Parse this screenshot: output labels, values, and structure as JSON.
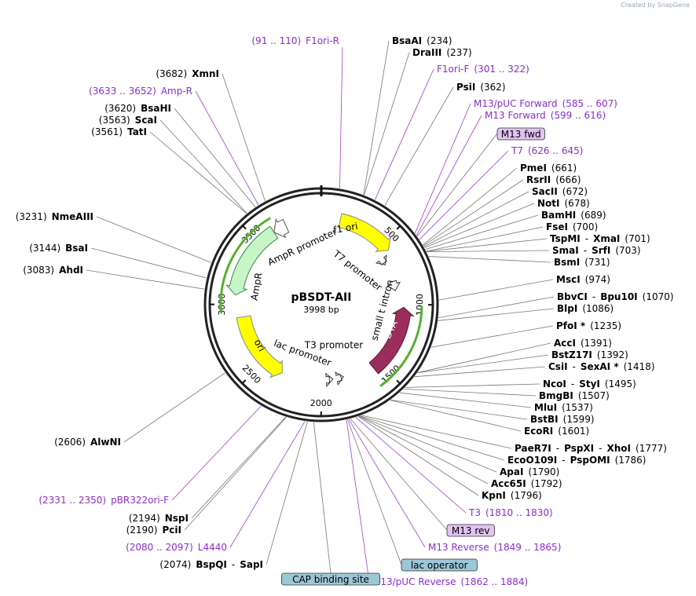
{
  "plasmid": {
    "name": "pBSDT-AII",
    "size": "3998 bp",
    "length": 3998
  },
  "watermark": "Created by SnapGene",
  "ticks": [
    "500",
    "1000",
    "1500",
    "2000",
    "2500",
    "3000",
    "3500"
  ],
  "features": [
    {
      "name": "f1 ori",
      "color": "#ffff00",
      "start": 140,
      "end": 566
    },
    {
      "name": "T7 promoter",
      "color": "#ffffff",
      "start": 626,
      "end": 645
    },
    {
      "name": "small t intron",
      "color": "#ffffff",
      "start": 800,
      "end": 880
    },
    {
      "name": "DTA",
      "color": "#9b2d5c",
      "start": 1020,
      "end": 1560
    },
    {
      "name": "T3 promoter",
      "color": "#ffffff",
      "start": 1810,
      "end": 1830
    },
    {
      "name": "lac promoter",
      "color": "#ffffff",
      "start": 1900,
      "end": 1930
    },
    {
      "name": "ori",
      "color": "#ffff00",
      "start": 2330,
      "end": 2900
    },
    {
      "name": "AmpR",
      "color": "#c8f5c8",
      "start": 3070,
      "end": 3630
    },
    {
      "name": "AmpR promoter",
      "color": "#ffffff",
      "start": 3630,
      "end": 3730
    }
  ],
  "labels_right": [
    {
      "parts": [
        {
          "t": "BsaAI",
          "b": 1
        },
        {
          "t": "(234)"
        }
      ]
    },
    {
      "parts": [
        {
          "t": "DraIII",
          "b": 1
        },
        {
          "t": "(237)"
        }
      ]
    },
    {
      "primer": 1,
      "parts": [
        {
          "t": "F1ori-F"
        },
        {
          "t": "(301 .. 322)"
        }
      ]
    },
    {
      "parts": [
        {
          "t": "PsiI",
          "b": 1
        },
        {
          "t": "(362)"
        }
      ]
    },
    {
      "primer": 1,
      "parts": [
        {
          "t": "M13/pUC Forward"
        },
        {
          "t": "(585 .. 607)"
        }
      ]
    },
    {
      "primer": 1,
      "parts": [
        {
          "t": "M13 Forward"
        },
        {
          "t": "(599 .. 616)"
        }
      ]
    },
    {
      "box": "M13 fwd"
    },
    {
      "primer": 1,
      "parts": [
        {
          "t": "T7"
        },
        {
          "t": "(626 .. 645)"
        }
      ]
    },
    {
      "parts": [
        {
          "t": "PmeI",
          "b": 1
        },
        {
          "t": "(661)"
        }
      ]
    },
    {
      "parts": [
        {
          "t": "RsrII",
          "b": 1
        },
        {
          "t": "(666)"
        }
      ]
    },
    {
      "parts": [
        {
          "t": "SacII",
          "b": 1
        },
        {
          "t": "(672)"
        }
      ]
    },
    {
      "parts": [
        {
          "t": "NotI",
          "b": 1
        },
        {
          "t": "(678)"
        }
      ]
    },
    {
      "parts": [
        {
          "t": "BamHI",
          "b": 1
        },
        {
          "t": "(689)"
        }
      ]
    },
    {
      "parts": [
        {
          "t": "FseI",
          "b": 1
        },
        {
          "t": "(700)"
        }
      ]
    },
    {
      "parts": [
        {
          "t": "TspMI",
          "b": 1
        },
        {
          "t": "-"
        },
        {
          "t": "XmaI",
          "b": 1
        },
        {
          "t": "(701)"
        }
      ]
    },
    {
      "parts": [
        {
          "t": "SmaI",
          "b": 1
        },
        {
          "t": "-"
        },
        {
          "t": "SrfI",
          "b": 1
        },
        {
          "t": "(703)"
        }
      ]
    },
    {
      "parts": [
        {
          "t": "BsmI",
          "b": 1
        },
        {
          "t": "(731)"
        }
      ]
    },
    {
      "parts": [
        {
          "t": "MscI",
          "b": 1
        },
        {
          "t": "(974)"
        }
      ]
    },
    {
      "parts": [
        {
          "t": "BbvCI",
          "b": 1
        },
        {
          "t": "-"
        },
        {
          "t": "Bpu10I",
          "b": 1
        },
        {
          "t": "(1070)"
        }
      ]
    },
    {
      "parts": [
        {
          "t": "BlpI",
          "b": 1
        },
        {
          "t": "(1086)"
        }
      ]
    },
    {
      "parts": [
        {
          "t": "PfoI *",
          "b": 1
        },
        {
          "t": "(1235)"
        }
      ]
    },
    {
      "parts": [
        {
          "t": "AccI",
          "b": 1
        },
        {
          "t": "(1391)"
        }
      ]
    },
    {
      "parts": [
        {
          "t": "BstZ17I",
          "b": 1
        },
        {
          "t": "(1392)"
        }
      ]
    },
    {
      "parts": [
        {
          "t": "CsiI",
          "b": 1
        },
        {
          "t": "-"
        },
        {
          "t": "SexAI *",
          "b": 1
        },
        {
          "t": "(1418)"
        }
      ]
    },
    {
      "parts": [
        {
          "t": "NcoI",
          "b": 1
        },
        {
          "t": "-"
        },
        {
          "t": "StyI",
          "b": 1
        },
        {
          "t": "(1495)"
        }
      ]
    },
    {
      "parts": [
        {
          "t": "BmgBI",
          "b": 1
        },
        {
          "t": "(1507)"
        }
      ]
    },
    {
      "parts": [
        {
          "t": "MluI",
          "b": 1
        },
        {
          "t": "(1537)"
        }
      ]
    },
    {
      "parts": [
        {
          "t": "BstBI",
          "b": 1
        },
        {
          "t": "(1599)"
        }
      ]
    },
    {
      "parts": [
        {
          "t": "EcoRI",
          "b": 1
        },
        {
          "t": "(1601)"
        }
      ]
    },
    {
      "parts": [
        {
          "t": "PaeR7I",
          "b": 1
        },
        {
          "t": "-"
        },
        {
          "t": "PspXI",
          "b": 1
        },
        {
          "t": "-"
        },
        {
          "t": "XhoI",
          "b": 1
        },
        {
          "t": "(1777)"
        }
      ]
    },
    {
      "parts": [
        {
          "t": "EcoO109I",
          "b": 1
        },
        {
          "t": "-"
        },
        {
          "t": "PspOMI",
          "b": 1
        },
        {
          "t": "(1786)"
        }
      ]
    },
    {
      "parts": [
        {
          "t": "ApaI",
          "b": 1
        },
        {
          "t": "(1790)"
        }
      ]
    },
    {
      "parts": [
        {
          "t": "Acc65I",
          "b": 1
        },
        {
          "t": "(1792)"
        }
      ]
    },
    {
      "parts": [
        {
          "t": "KpnI",
          "b": 1
        },
        {
          "t": "(1796)"
        }
      ]
    },
    {
      "primer": 1,
      "parts": [
        {
          "t": "T3"
        },
        {
          "t": "(1810 .. 1830)"
        }
      ]
    },
    {
      "box": "M13 rev"
    },
    {
      "primer": 1,
      "parts": [
        {
          "t": "M13 Reverse"
        },
        {
          "t": "(1849 .. 1865)"
        }
      ]
    },
    {
      "box": "lac operator"
    },
    {
      "primer": 1,
      "parts": [
        {
          "t": "M13/pUC Reverse"
        },
        {
          "t": "(1862 .. 1884)"
        }
      ]
    }
  ],
  "labels_left": [
    {
      "primer": 1,
      "parts": [
        {
          "t": "(91 .. 110)"
        },
        {
          "t": "F1ori-R"
        }
      ]
    },
    {
      "parts": [
        {
          "t": "(3682)"
        },
        {
          "t": "XmnI",
          "b": 1
        }
      ]
    },
    {
      "primer": 1,
      "parts": [
        {
          "t": "(3633 .. 3652)"
        },
        {
          "t": "Amp-R"
        }
      ]
    },
    {
      "parts": [
        {
          "t": "(3620)"
        },
        {
          "t": "BsaHI",
          "b": 1
        }
      ]
    },
    {
      "parts": [
        {
          "t": "(3563)"
        },
        {
          "t": "ScaI",
          "b": 1
        }
      ]
    },
    {
      "parts": [
        {
          "t": "(3561)"
        },
        {
          "t": "TatI",
          "b": 1
        }
      ]
    },
    {
      "parts": [
        {
          "t": "(3231)"
        },
        {
          "t": "NmeAIII",
          "b": 1
        }
      ]
    },
    {
      "parts": [
        {
          "t": "(3144)"
        },
        {
          "t": "BsaI",
          "b": 1
        }
      ]
    },
    {
      "parts": [
        {
          "t": "(3083)"
        },
        {
          "t": "AhdI",
          "b": 1
        }
      ]
    },
    {
      "parts": [
        {
          "t": "(2606)"
        },
        {
          "t": "AlwNI",
          "b": 1
        }
      ]
    },
    {
      "primer": 1,
      "parts": [
        {
          "t": "(2331 .. 2350)"
        },
        {
          "t": "pBR322ori-F"
        }
      ]
    },
    {
      "parts": [
        {
          "t": "(2194)"
        },
        {
          "t": "NspI",
          "b": 1
        }
      ]
    },
    {
      "parts": [
        {
          "t": "(2190)"
        },
        {
          "t": "PciI",
          "b": 1
        }
      ]
    },
    {
      "primer": 1,
      "parts": [
        {
          "t": "(2080 .. 2097)"
        },
        {
          "t": "L4440"
        }
      ]
    },
    {
      "parts": [
        {
          "t": "(2074)"
        },
        {
          "t": "BspQI",
          "b": 1
        },
        {
          "t": "-"
        },
        {
          "t": "SapI",
          "b": 1
        }
      ]
    },
    {
      "box": "CAP binding site"
    }
  ]
}
